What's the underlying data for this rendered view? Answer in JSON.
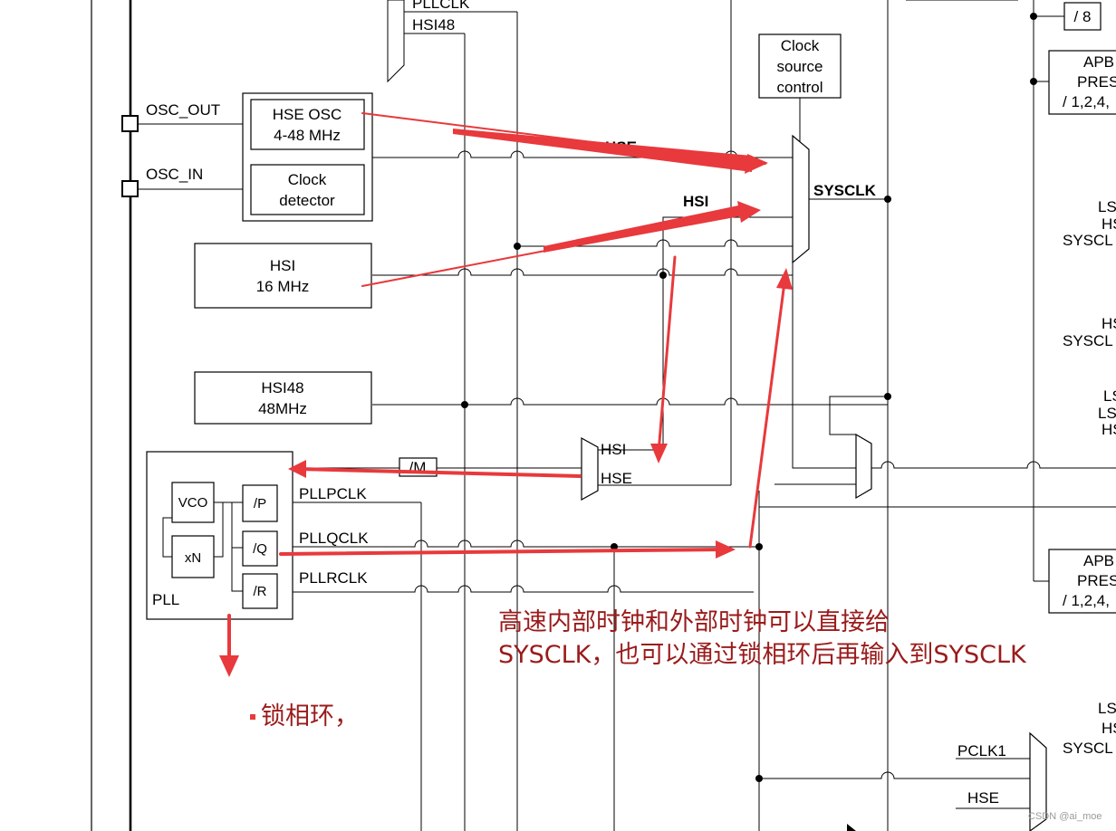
{
  "diagram": {
    "top_labels": {
      "pllclk": "PLLCLK",
      "hsi48_bus": "HSI48"
    },
    "pins": {
      "osc_out": "OSC_OUT",
      "osc_in": "OSC_IN"
    },
    "hse_osc": {
      "line1": "HSE OSC",
      "line2": "4-48 MHz"
    },
    "clock_detector": {
      "line1": "Clock",
      "line2": "detector"
    },
    "hsi": {
      "line1": "HSI",
      "line2": "16 MHz"
    },
    "hsi48": {
      "line1": "HSI48",
      "line2": "48MHz"
    },
    "clock_source_control": {
      "line1": "Clock",
      "line2": "source",
      "line3": "control"
    },
    "signals": {
      "hse": "HSE",
      "hsi": "HSI",
      "sysclk": "SYSCLK"
    },
    "pll_mux": {
      "in_hsi": "HSI",
      "in_hse": "HSE",
      "divider": "/M"
    },
    "pll": {
      "label": "PLL",
      "vco": "VCO",
      "xn": "xN",
      "div_p": "/P",
      "div_q": "/Q",
      "div_r": "/R",
      "out_p": "PLLPCLK",
      "out_q": "PLLQCLK",
      "out_r": "PLLRCLK"
    },
    "right_side": {
      "div8": "/ 8",
      "apb1": {
        "line1": "APB",
        "line2": "PRES",
        "line3": "/ 1,2,4,"
      },
      "apb2": {
        "line1": "APB",
        "line2": "PRES",
        "line3": "/ 1,2,4,"
      },
      "grp1": [
        "LS",
        "HS",
        "SYSCL"
      ],
      "grp2": [
        "HS",
        "SYSCL"
      ],
      "grp3": [
        "LS",
        "LS",
        "HS"
      ],
      "grp4": [
        "LS",
        "HS",
        "SYSCL"
      ]
    },
    "bottom_mux": {
      "pclk1": "PCLK1",
      "hse": "HSE"
    }
  },
  "annotations": {
    "note_line1": "高速内部时钟和外部时钟可以直接给",
    "note_line2": "SYSCLK，也可以通过锁相环后再输入到SYSCLK",
    "pll_note": "锁相环，",
    "color": "#e8393c"
  },
  "watermark": "CSDN @ai_moe"
}
